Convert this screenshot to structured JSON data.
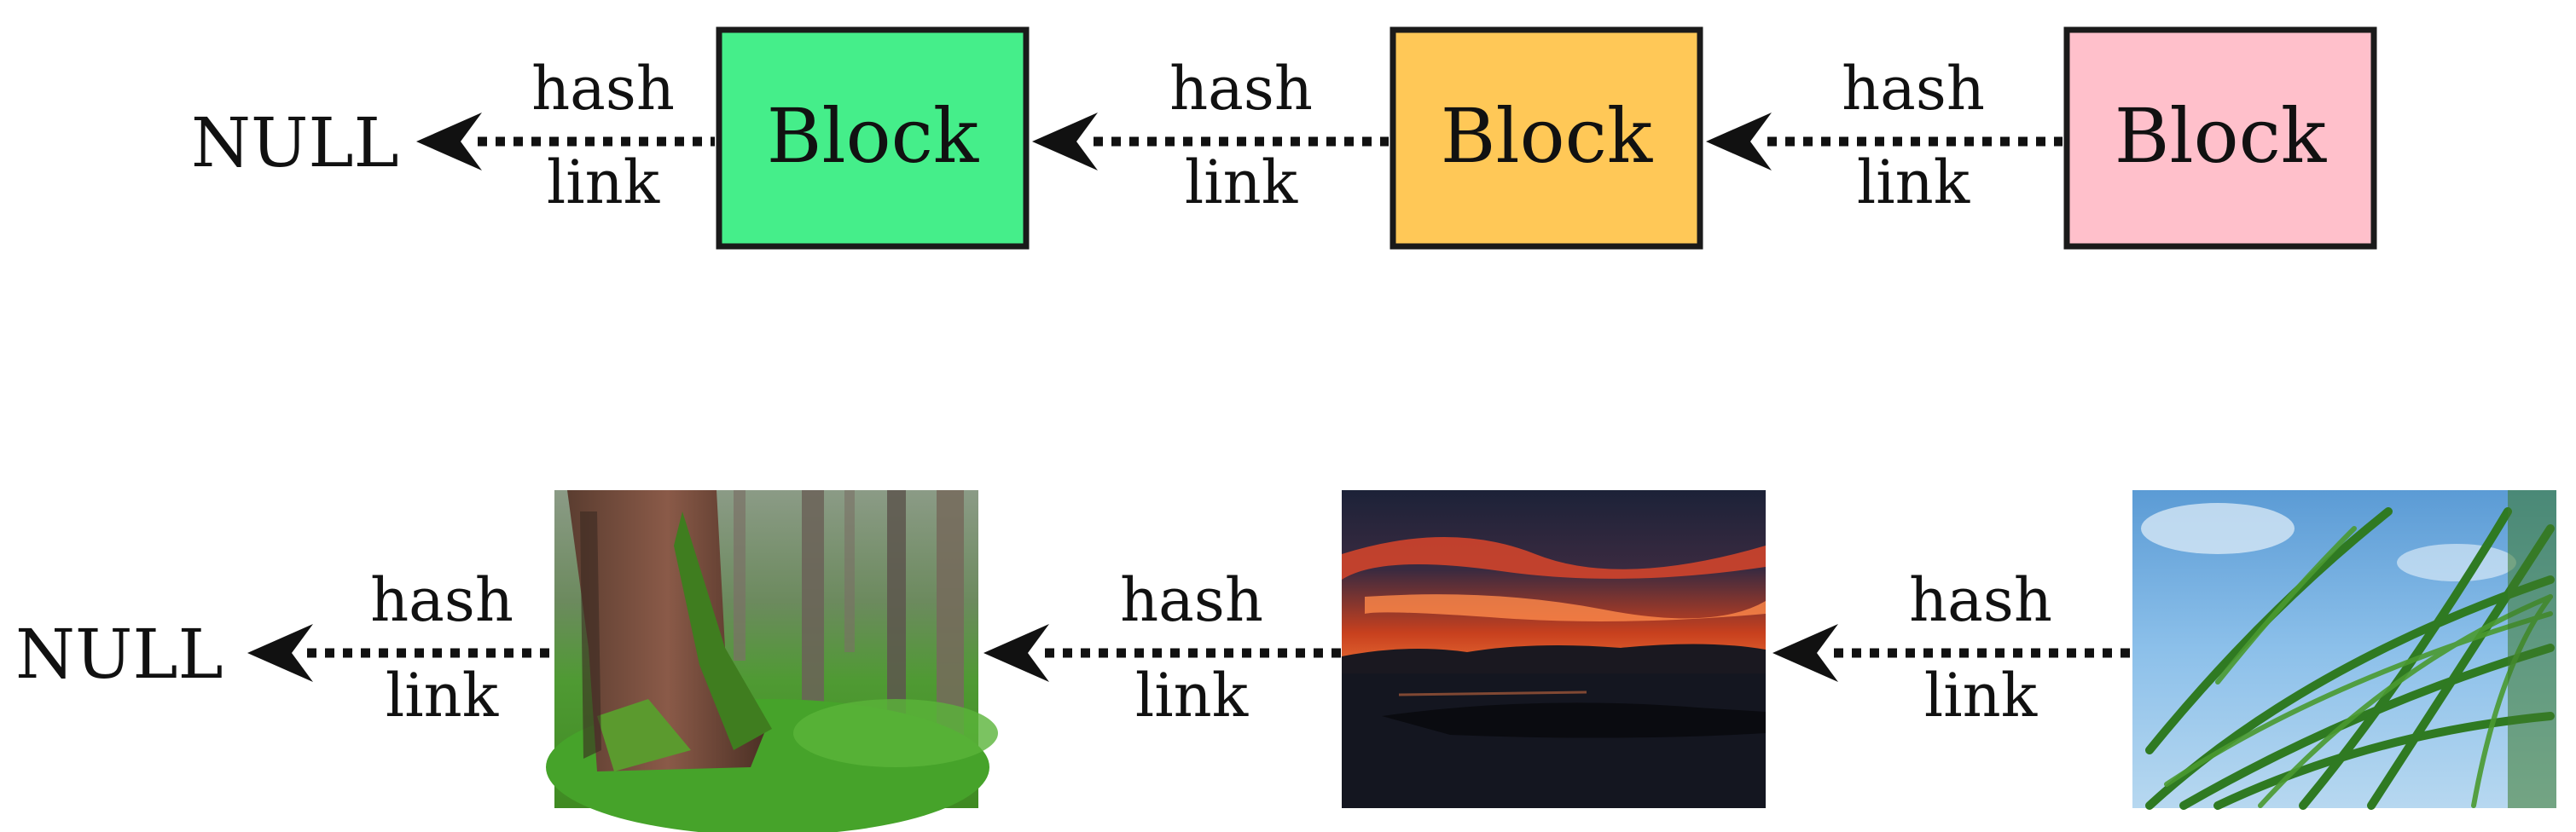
{
  "top_chain": {
    "null_label": "NULL",
    "links": [
      {
        "line1": "hash",
        "line2": "link"
      },
      {
        "line1": "hash",
        "line2": "link"
      },
      {
        "line1": "hash",
        "line2": "link"
      }
    ],
    "blocks": [
      {
        "label": "Block",
        "color": "#45ee8a"
      },
      {
        "label": "Block",
        "color": "#ffc857"
      },
      {
        "label": "Block",
        "color": "#ffc0cb"
      }
    ]
  },
  "bottom_chain": {
    "null_label": "NULL",
    "links": [
      {
        "line1": "hash",
        "line2": "link"
      },
      {
        "line1": "hash",
        "line2": "link"
      },
      {
        "line1": "hash",
        "line2": "link"
      }
    ],
    "images": [
      {
        "subject": "forest-tree-moss"
      },
      {
        "subject": "sunset-over-water"
      },
      {
        "subject": "palm-leaves-sky"
      }
    ]
  },
  "colors": {
    "ink": "#111111",
    "block_border": "#1a1a1a"
  }
}
